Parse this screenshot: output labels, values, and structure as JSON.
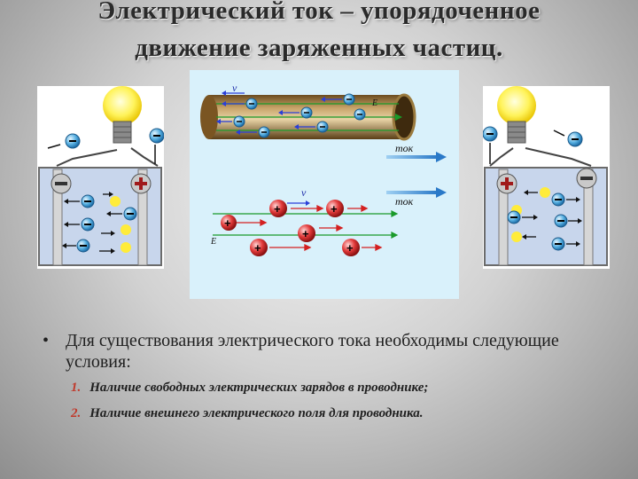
{
  "title": {
    "line1": "Электрический ток – упорядоченное",
    "line2": "движение заряженных частиц."
  },
  "diagram": {
    "tok_label_top": "ток",
    "tok_label_bottom": "ток",
    "v_label_top": "v",
    "v_label_bottom": "v",
    "e_label_top": "E",
    "e_label_bottom": "E",
    "plus": "+",
    "minus": "−"
  },
  "bullet": {
    "marker": "•",
    "text": "Для существования электрического тока необходимы следующие условия:",
    "items": [
      {
        "num": "1.",
        "text": "Наличие свободных электрических зарядов в проводнике;"
      },
      {
        "num": "2.",
        "text": "Наличие внешнего электрического поля для проводника."
      }
    ]
  }
}
